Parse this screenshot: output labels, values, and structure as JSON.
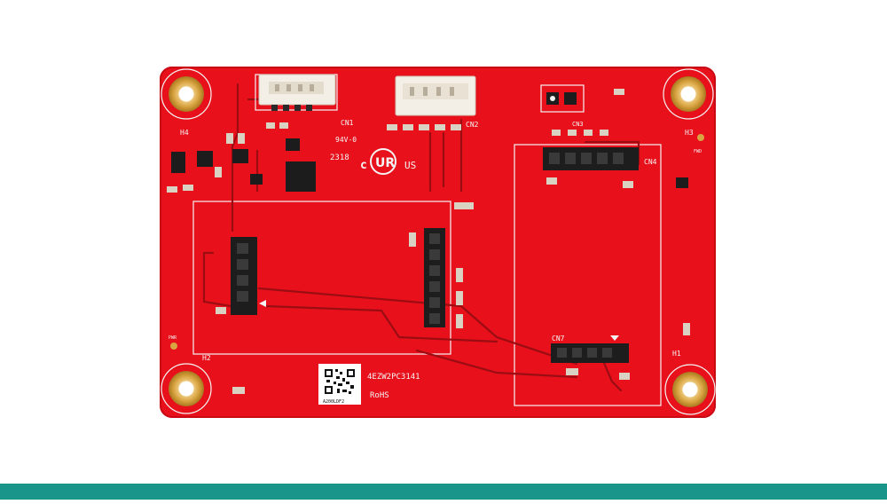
{
  "colors": {
    "background": "#ffffff",
    "board": "#e8101b",
    "board_edge": "#c90a14",
    "silkscreen": "#f4f4f4",
    "gold": "#d9a441",
    "header_black": "#1d1d1d",
    "connector_white": "#f3eee6",
    "bottom_bar": "#19958a"
  },
  "board": {
    "silkscreen": {
      "cn1": "CN1",
      "cn2": "CN2",
      "cn3": "CN3",
      "cn4": "CN4",
      "cn7": "CN7",
      "h1": "H1",
      "h2": "H2",
      "h3": "H3",
      "h4": "H4",
      "date_code": "2318",
      "flammability": "94V-0",
      "ul_c": "c",
      "ul_us": "US",
      "part_number": "4EZW2PC3141",
      "rohs": "RoHS",
      "qr_caption": "A200LDF2",
      "pwr": "PWR",
      "fwd": "FWD"
    }
  }
}
